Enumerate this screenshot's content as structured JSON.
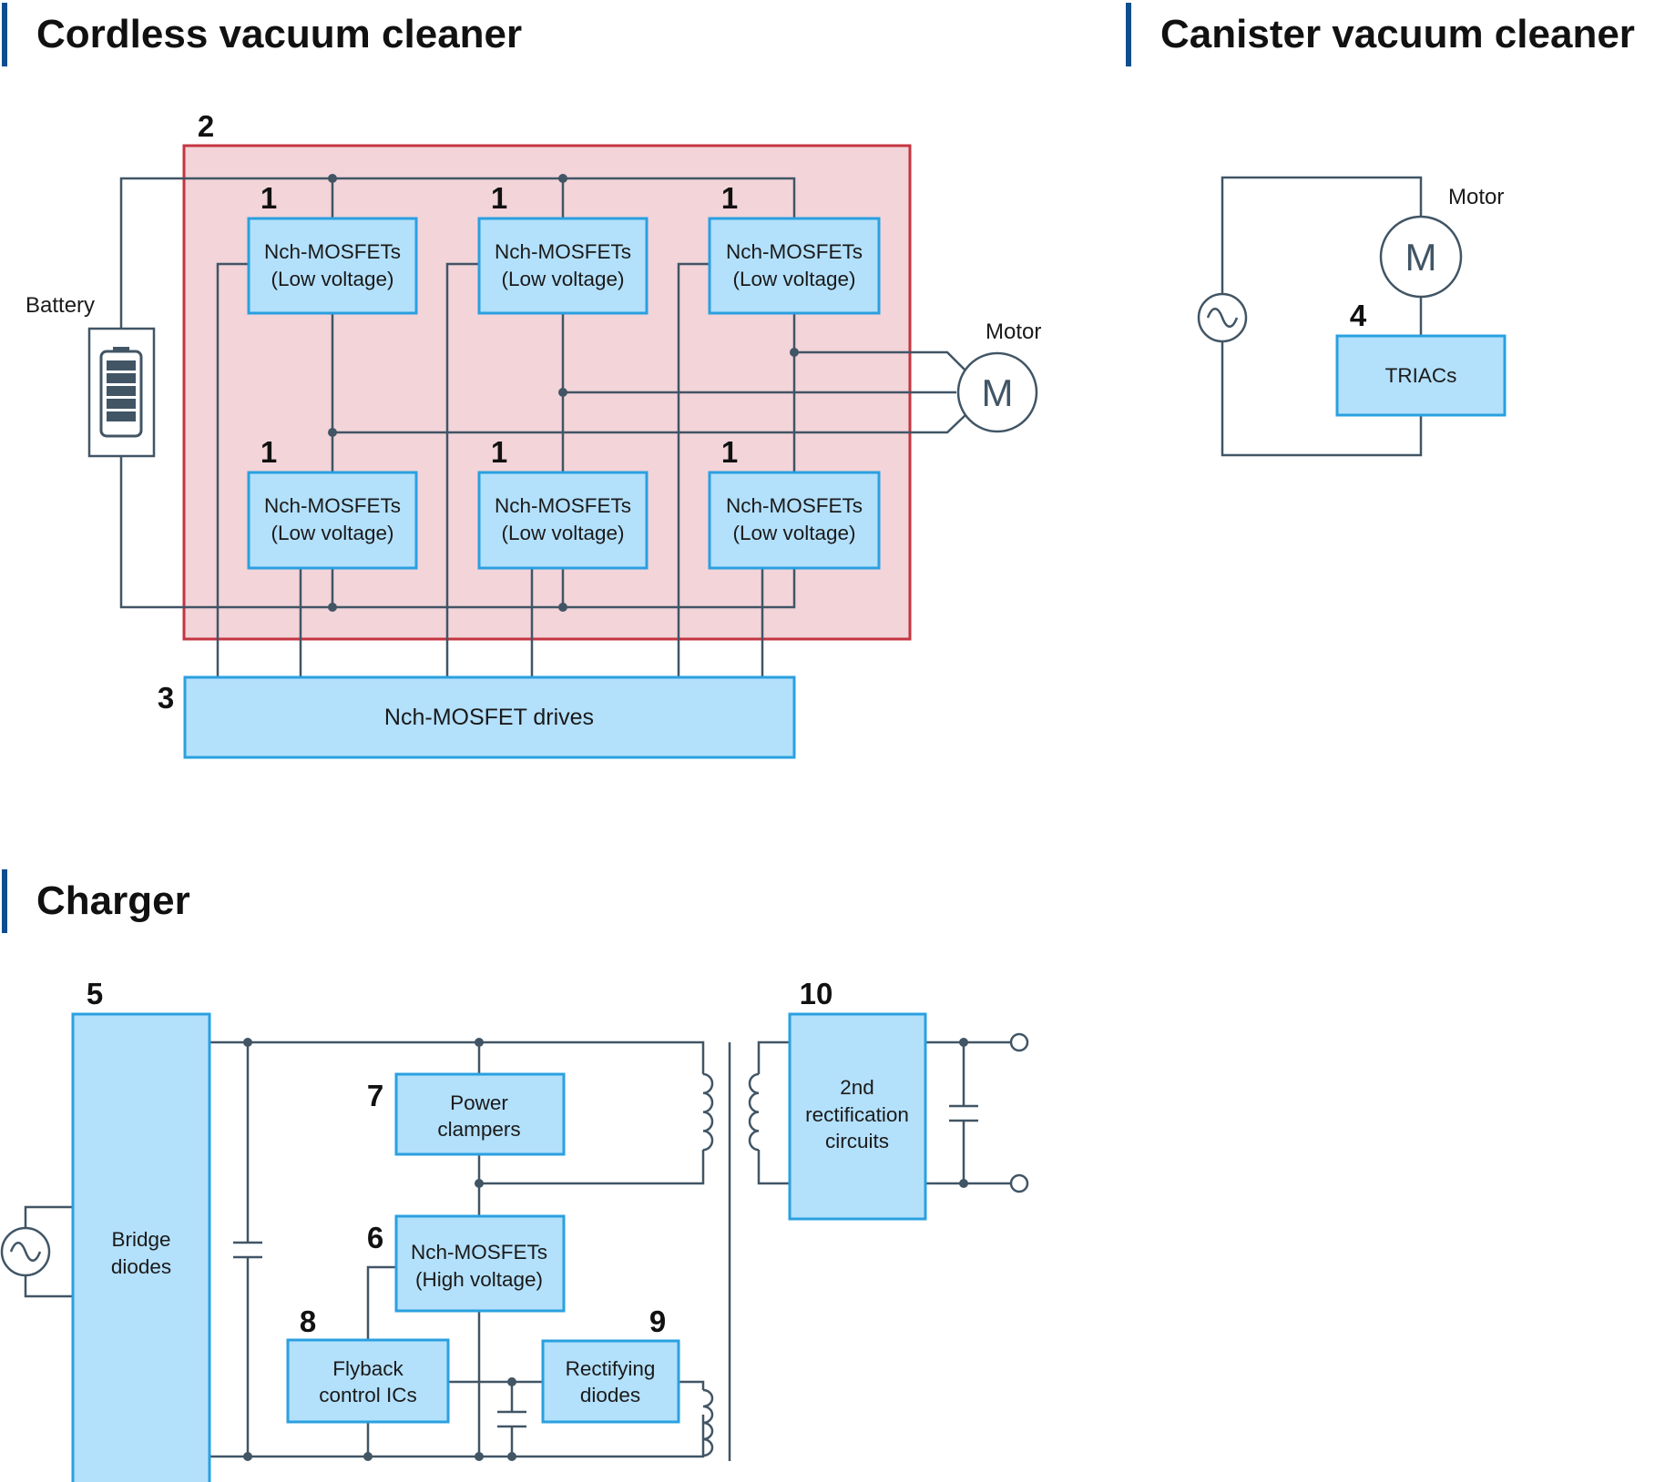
{
  "sections": {
    "cordless": {
      "title": "Cordless vacuum cleaner"
    },
    "canister": {
      "title": "Canister vacuum cleaner"
    },
    "charger": {
      "title": "Charger"
    }
  },
  "cordless": {
    "mosfets": [
      {
        "number": "1",
        "line1": "Nch-MOSFETs",
        "line2": "(Low voltage)"
      },
      {
        "number": "1",
        "line1": "Nch-MOSFETs",
        "line2": "(Low voltage)"
      },
      {
        "number": "1",
        "line1": "Nch-MOSFETs",
        "line2": "(Low voltage)"
      },
      {
        "number": "1",
        "line1": "Nch-MOSFETs",
        "line2": "(Low voltage)"
      },
      {
        "number": "1",
        "line1": "Nch-MOSFETs",
        "line2": "(Low voltage)"
      },
      {
        "number": "1",
        "line1": "Nch-MOSFETs",
        "line2": "(Low voltage)"
      }
    ],
    "inverter_number": "2",
    "drive": {
      "number": "3",
      "label": "Nch-MOSFET drives"
    },
    "battery_label": "Battery",
    "motor_label": "Motor",
    "motor_symbol": "M",
    "inverter_fill": "#f2d4d9",
    "inverter_border": "#c43540"
  },
  "canister": {
    "motor_label": "Motor",
    "motor_symbol": "M",
    "triac": {
      "number": "4",
      "label": "TRIACs"
    }
  },
  "charger": {
    "bridge": {
      "number": "5",
      "line1": "Bridge",
      "line2": "diodes"
    },
    "mosfet_hv": {
      "number": "6",
      "line1": "Nch-MOSFETs",
      "line2": "(High voltage)"
    },
    "clamper": {
      "number": "7",
      "line1": "Power",
      "line2": "clampers"
    },
    "flyback": {
      "number": "8",
      "line1": "Flyback",
      "line2": "control ICs"
    },
    "rectifying": {
      "number": "9",
      "line1": "Rectifying",
      "line2": "diodes"
    },
    "second_rect": {
      "number": "10",
      "line1": "2nd",
      "line2": "rectification",
      "line3": "circuits"
    }
  },
  "colors": {
    "box_fill": "#b3e0fb",
    "box_border": "#2aa0e0",
    "wire": "#415565",
    "section_bar": "#0f4e8e"
  }
}
